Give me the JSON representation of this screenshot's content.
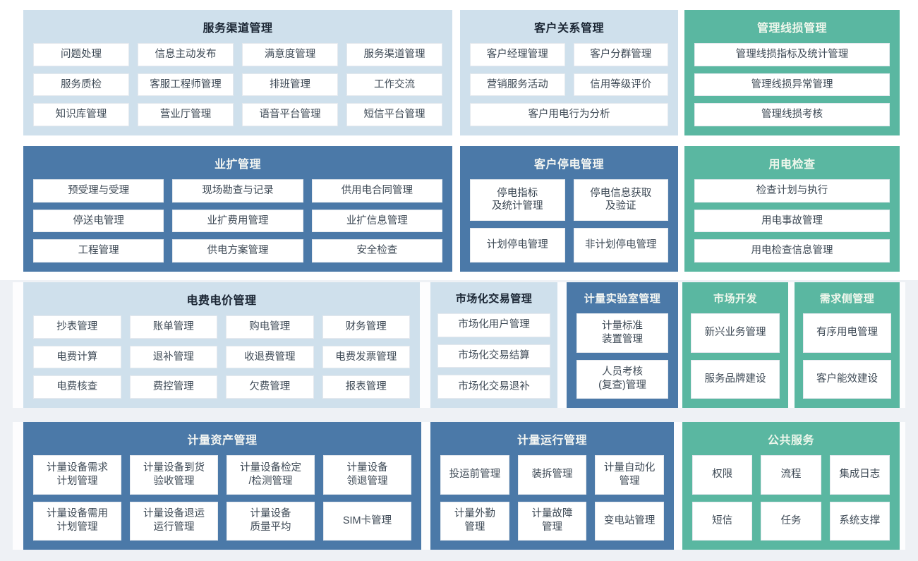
{
  "colors": {
    "light_panel": "#cfe0ec",
    "dark_panel": "#4b79a8",
    "teal_panel": "#5ab7a1",
    "item_box": "#ffffff",
    "item_text": "#3d4955",
    "light_title_text": "#1a2533",
    "dark_title_text": "#f4f6f2",
    "page_lower_bg": "#eef1f5"
  },
  "panels": {
    "service_channel": {
      "title": "服务渠道管理",
      "items": [
        "问题处理",
        "信息主动发布",
        "满意度管理",
        "服务渠道管理",
        "服务质检",
        "客服工程师管理",
        "排班管理",
        "工作交流",
        "知识库管理",
        "营业厅管理",
        "语音平台管理",
        "短信平台管理"
      ]
    },
    "customer_relation": {
      "title": "客户关系管理",
      "items": [
        "客户经理管理",
        "客户分群管理",
        "营销服务活动",
        "信用等级评价",
        "客户用电行为分析"
      ]
    },
    "line_loss": {
      "title": "管理线损管理",
      "items": [
        "管理线损指标及统计管理",
        "管理线损异常管理",
        "管理线损考核"
      ]
    },
    "business_expansion": {
      "title": "业扩管理",
      "items": [
        "预受理与受理",
        "现场勘查与记录",
        "供用电合同管理",
        "停送电管理",
        "业扩费用管理",
        "业扩信息管理",
        "工程管理",
        "供电方案管理",
        "安全检查"
      ]
    },
    "customer_outage": {
      "title": "客户停电管理",
      "items": [
        "停电指标\n及统计管理",
        "停电信息获取\n及验证",
        "计划停电管理",
        "非计划停电管理"
      ]
    },
    "power_inspection": {
      "title": "用电检查",
      "items": [
        "检查计划与执行",
        "用电事故管理",
        "用电检查信息管理"
      ]
    },
    "billing_pricing": {
      "title": "电费电价管理",
      "items": [
        "抄表管理",
        "账单管理",
        "购电管理",
        "财务管理",
        "电费计算",
        "退补管理",
        "收退费管理",
        "电费发票管理",
        "电费核查",
        "费控管理",
        "欠费管理",
        "报表管理"
      ]
    },
    "market_trade": {
      "title": "市场化交易管理",
      "items": [
        "市场化用户管理",
        "市场化交易结算",
        "市场化交易退补"
      ]
    },
    "metering_lab": {
      "title": "计量实验室管理",
      "items": [
        "计量标准\n装置管理",
        "人员考核\n(复查)管理"
      ]
    },
    "market_dev": {
      "title": "市场开发",
      "items": [
        "新兴业务管理",
        "服务品牌建设"
      ]
    },
    "demand_side": {
      "title": "需求侧管理",
      "items": [
        "有序用电管理",
        "客户能效建设"
      ]
    },
    "metering_asset": {
      "title": "计量资产管理",
      "items": [
        "计量设备需求\n计划管理",
        "计量设备到货\n验收管理",
        "计量设备检定\n/检测管理",
        "计量设备\n领退管理",
        "计量设备需用\n计划管理",
        "计量设备退运\n运行管理",
        "计量设备\n质量平均",
        "SIM卡管理"
      ]
    },
    "metering_operation": {
      "title": "计量运行管理",
      "items": [
        "投运前管理",
        "装拆管理",
        "计量自动化\n管理",
        "计量外勤\n管理",
        "计量故障\n管理",
        "变电站管理"
      ]
    },
    "public_service": {
      "title": "公共服务",
      "items": [
        "权限",
        "流程",
        "集成日志",
        "短信",
        "任务",
        "系统支撑"
      ]
    }
  }
}
